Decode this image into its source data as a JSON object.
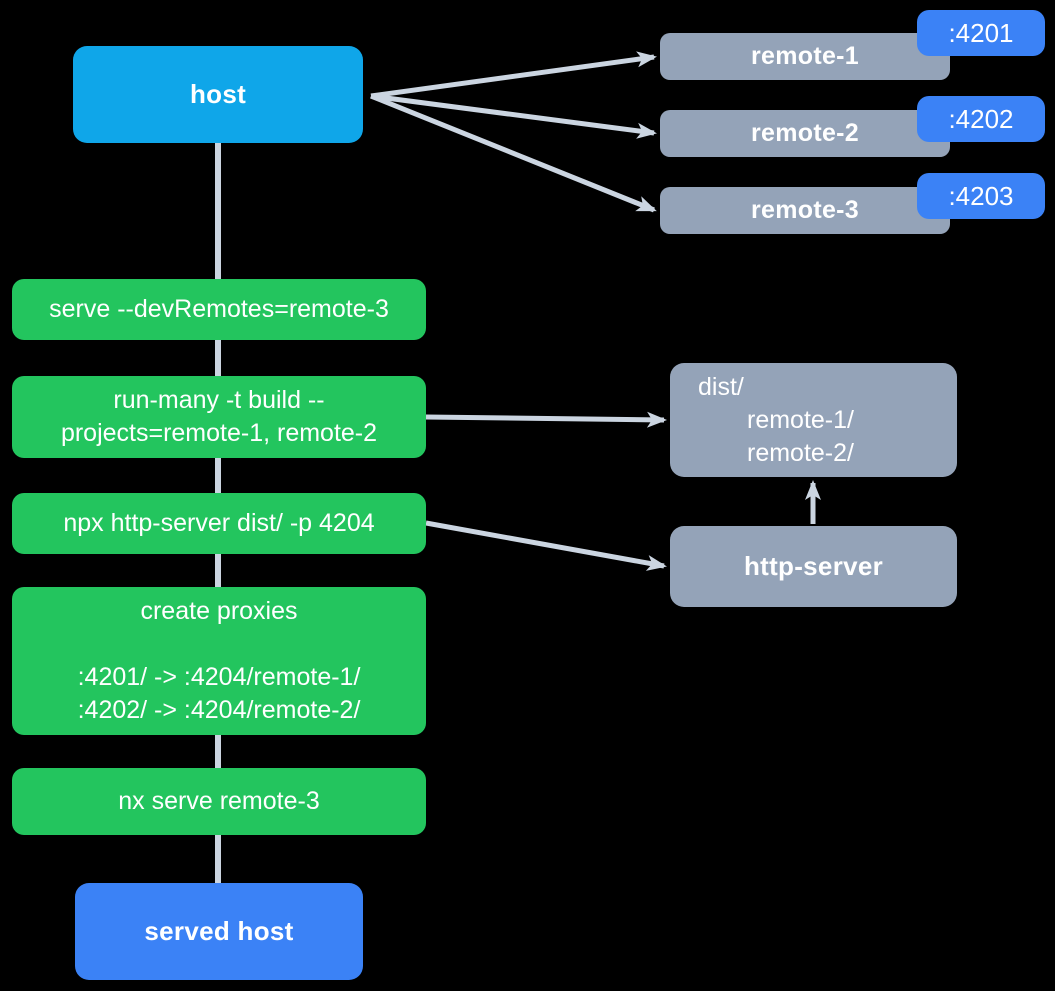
{
  "diagram": {
    "host": {
      "label": "host"
    },
    "remotes": [
      {
        "label": "remote-1",
        "port": ":4201"
      },
      {
        "label": "remote-2",
        "port": ":4202"
      },
      {
        "label": "remote-3",
        "port": ":4203"
      }
    ],
    "commands": [
      {
        "lines": [
          "serve --devRemotes=remote-3"
        ]
      },
      {
        "lines": [
          "run-many -t build --",
          "projects=remote-1, remote-2"
        ]
      },
      {
        "lines": [
          "npx http-server dist/ -p 4204"
        ]
      },
      {
        "lines": [
          "create proxies",
          "",
          ":4201/ -> :4204/remote-1/",
          ":4202/ -> :4204/remote-2/"
        ]
      },
      {
        "lines": [
          "nx serve remote-3"
        ]
      }
    ],
    "dist": {
      "lines": [
        "dist/",
        "remote-1/",
        "remote-2/"
      ]
    },
    "http_server": {
      "label": "http-server"
    },
    "served_host": {
      "label": "served host"
    }
  },
  "colors": {
    "background": "#000000",
    "host": "#0fa6e9",
    "remote": "#94a3b8",
    "port": "#3b82f6",
    "command": "#23c55e",
    "connector": "#cbd5e1",
    "text": "#ffffff"
  }
}
